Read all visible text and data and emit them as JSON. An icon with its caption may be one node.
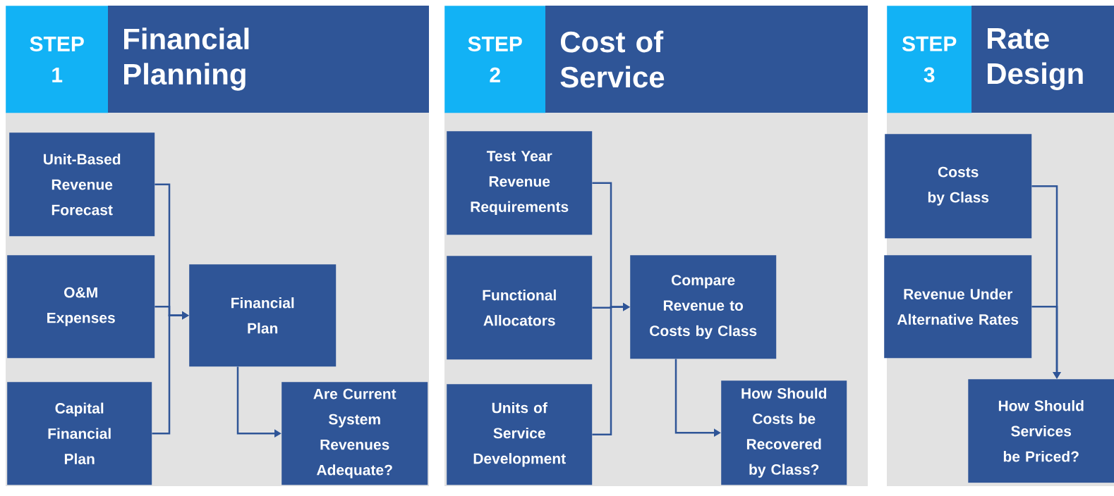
{
  "diagram": {
    "nodes": [
      {
        "text": [
          "STEP 1"
        ]
      },
      {
        "text": [
          "Financial Planning"
        ]
      },
      {
        "text": [
          "Unit-Based Revenue Forecast"
        ]
      },
      {
        "text": [
          "O&M Expenses"
        ]
      },
      {
        "text": [
          "Capital Financial Plan"
        ]
      },
      {
        "text": [
          "Financial Plan"
        ]
      },
      {
        "text": [
          "Are Current System Revenues Adequate?"
        ]
      },
      {
        "text": [
          "STEP 2"
        ]
      },
      {
        "text": [
          "Cost of Service"
        ]
      },
      {
        "text": [
          "Test Year Revenue Requirements"
        ]
      },
      {
        "text": [
          "Functional Allocators"
        ]
      },
      {
        "text": [
          "Units of Service Development"
        ]
      },
      {
        "text": [
          "Compare Revenue to Costs by Class"
        ]
      },
      {
        "text": [
          "How Should Costs be Recovered by Class?"
        ]
      },
      {
        "text": [
          "STEP 3"
        ]
      },
      {
        "text": [
          "Rate Design"
        ]
      },
      {
        "text": [
          "Costs by Class"
        ]
      },
      {
        "text": [
          "Revenue Under Alternative Rates"
        ]
      },
      {
        "text": [
          "How Should Services be Priced?"
        ]
      }
    ],
    "edges": [
      {
        "from": 2,
        "to": 5,
        "arrow": "to"
      },
      {
        "from": 3,
        "to": 5,
        "arrow": "to"
      },
      {
        "from": 4,
        "to": 5,
        "arrow": "to"
      },
      {
        "from": 5,
        "to": 6,
        "arrow": "to"
      },
      {
        "from": 9,
        "to": 12,
        "arrow": "to"
      },
      {
        "from": 10,
        "to": 12,
        "arrow": "to"
      },
      {
        "from": 11,
        "to": 12,
        "arrow": "to"
      },
      {
        "from": 12,
        "to": 13,
        "arrow": "to"
      },
      {
        "from": 16,
        "to": 18,
        "arrow": "to"
      },
      {
        "from": 17,
        "to": 18,
        "arrow": "to"
      }
    ]
  }
}
